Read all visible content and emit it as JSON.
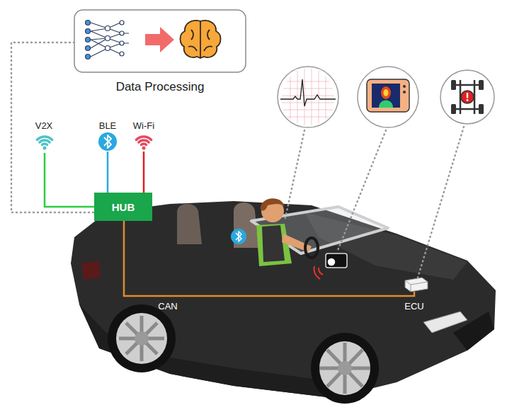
{
  "diagram": {
    "nodes": [
      {
        "text": [
          "Data Processing"
        ]
      },
      {
        "text": [
          "HUB"
        ]
      }
    ],
    "edges": [
      {
        "from": 0,
        "to": 1,
        "arrow": "none"
      }
    ],
    "labels": [
      "V2X",
      "BLE",
      "Wi-Fi",
      "CAN",
      "ECU"
    ]
  }
}
